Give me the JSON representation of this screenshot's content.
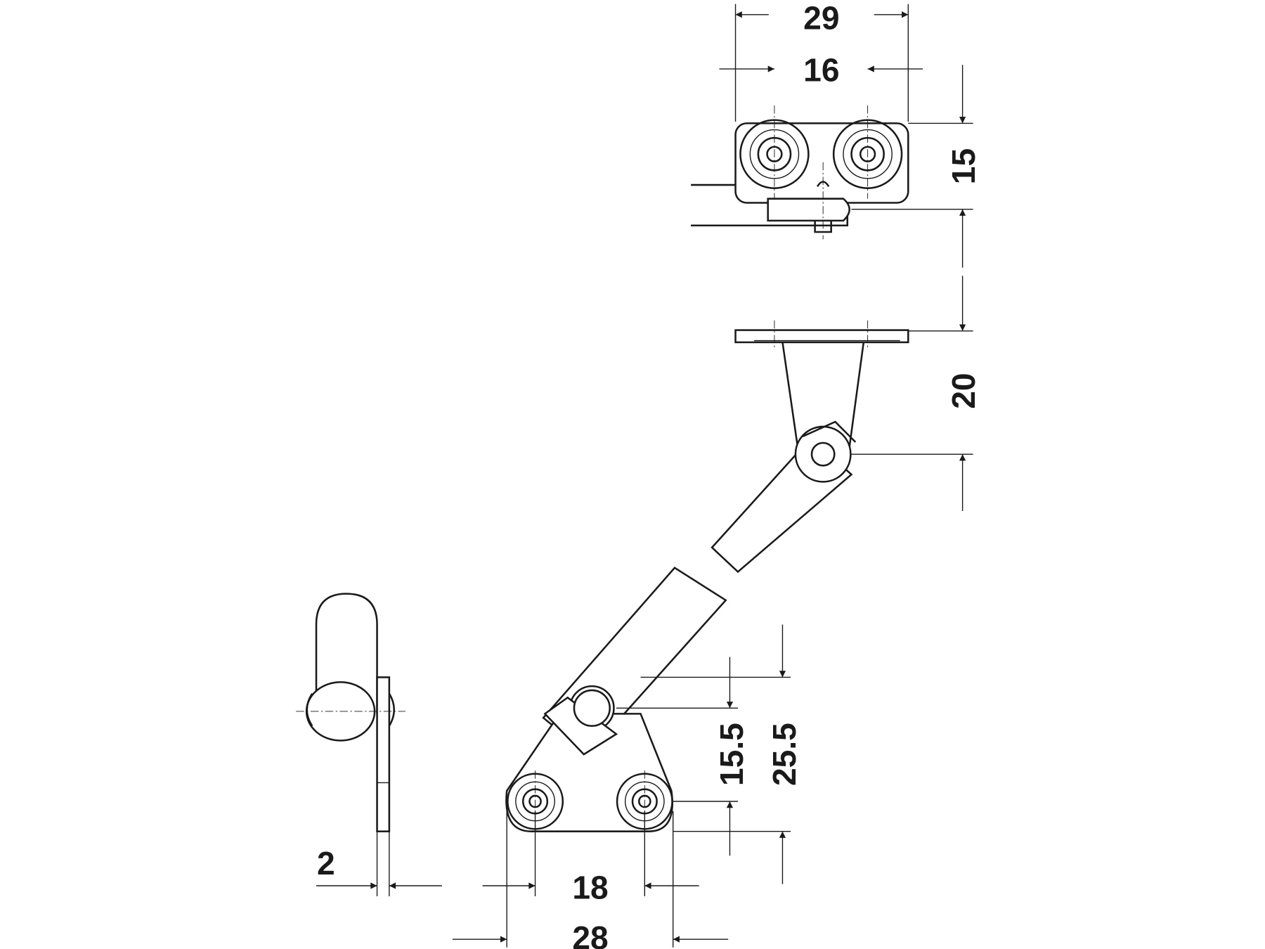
{
  "drawing": {
    "dimensions": {
      "top_bracket_width": "29",
      "top_bracket_hole_spacing": "16",
      "top_bracket_height": "15",
      "bracket_offset": "20",
      "lower_pivot_height": "15.5",
      "lower_plate_height": "25.5",
      "plate_thickness": "2",
      "lower_hole_spacing": "18",
      "lower_plate_width": "28"
    },
    "colors": {
      "line": "#1a1a1a",
      "background": "#ffffff"
    }
  }
}
